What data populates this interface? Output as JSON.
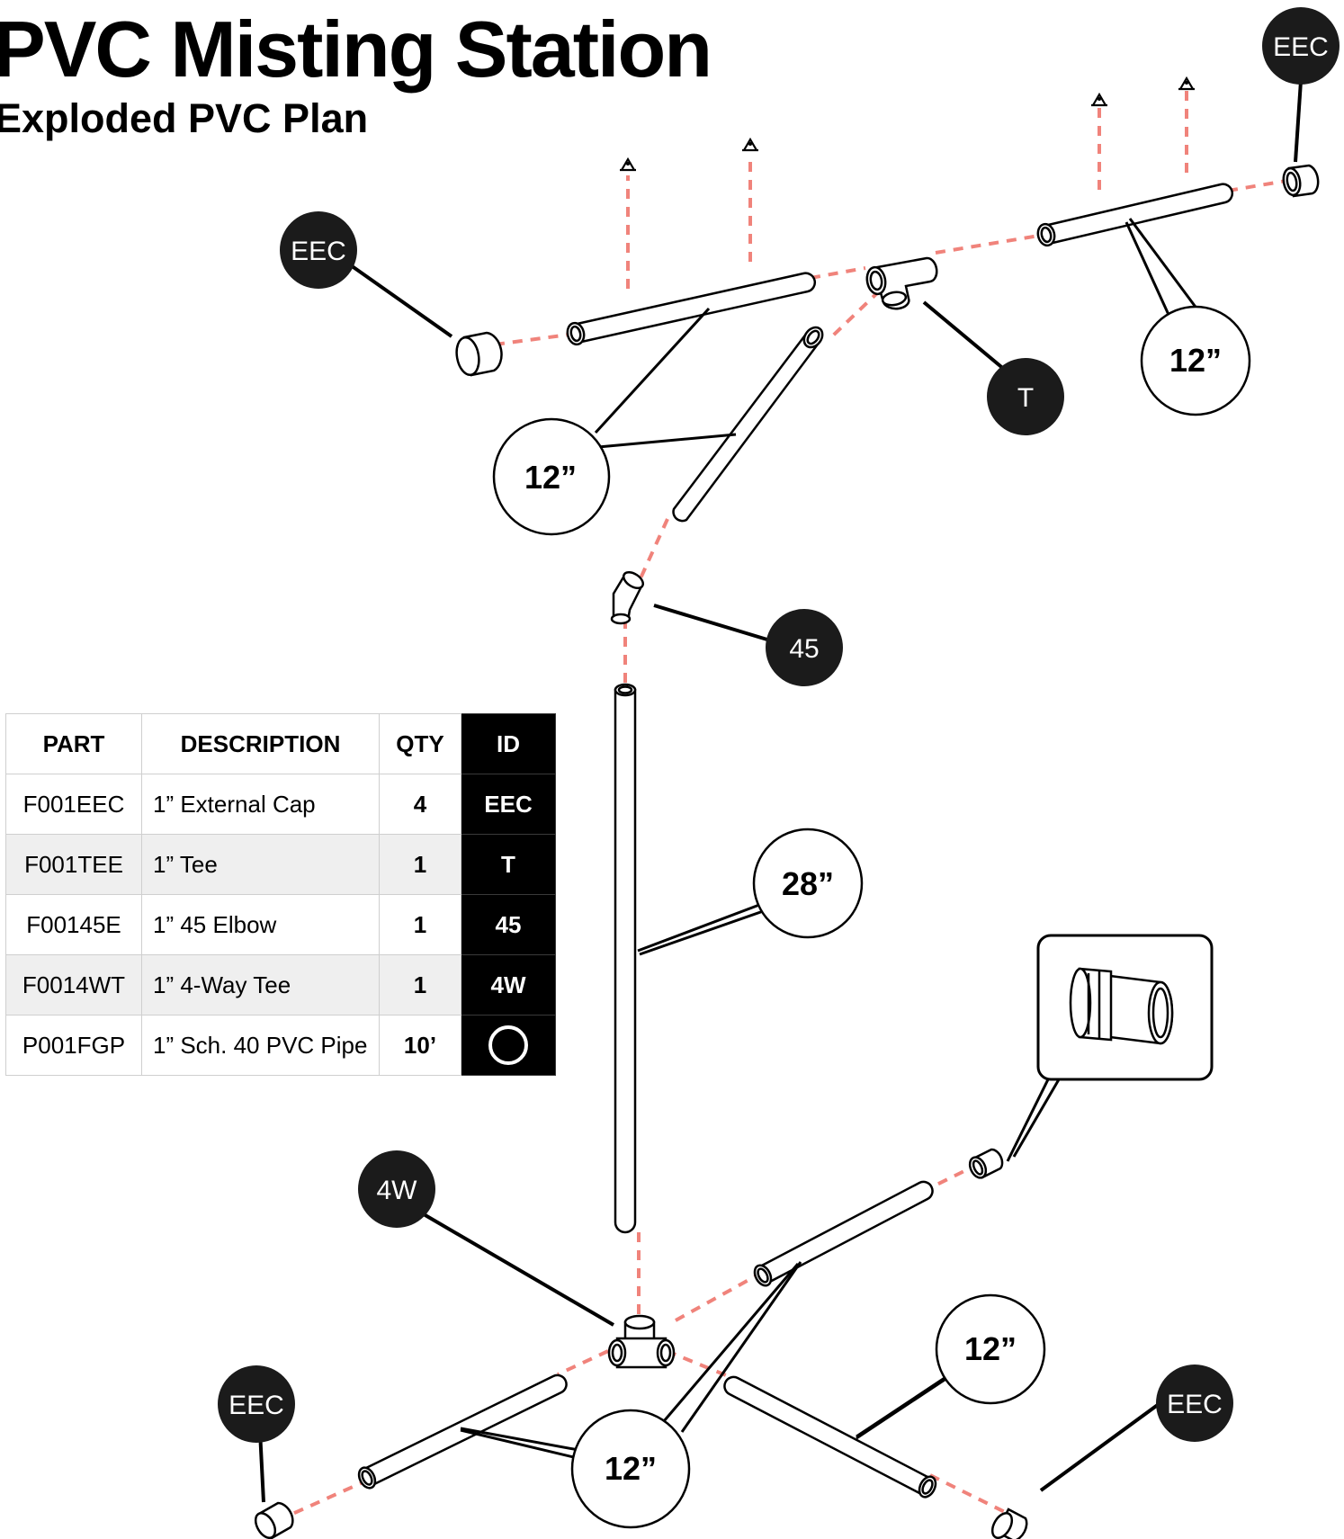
{
  "title": "PVC Misting Station",
  "subtitle": "Exploded PVC Plan",
  "colors": {
    "dash": "#f0837b",
    "callout_dark": "#1b1b1b",
    "table_id_bg": "#000000",
    "table_shade": "#efefef"
  },
  "table": {
    "headers": {
      "part": "PART",
      "description": "DESCRIPTION",
      "qty": "QTY",
      "id": "ID"
    },
    "rows": [
      {
        "part": "F001EEC",
        "description": "1” External Cap",
        "qty": "4",
        "id": "EEC"
      },
      {
        "part": "F001TEE",
        "description": "1” Tee",
        "qty": "1",
        "id": "T"
      },
      {
        "part": "F00145E",
        "description": "1” 45 Elbow",
        "qty": "1",
        "id": "45"
      },
      {
        "part": "F0014WT",
        "description": "1” 4-Way Tee",
        "qty": "1",
        "id": "4W"
      },
      {
        "part": "P001FGP",
        "description": "1” Sch. 40 PVC Pipe",
        "qty": "10’",
        "id": "ring-icon"
      }
    ]
  },
  "callouts": {
    "eec_top_right": "EEC",
    "eec_top_left": "EEC",
    "tee": "T",
    "elbow_45": "45",
    "four_way": "4W",
    "eec_bottom_left": "EEC",
    "eec_bottom_right": "EEC",
    "pipe_12_top_right": "12”",
    "pipe_12_top_left": "12”",
    "pipe_28": "28”",
    "pipe_12_bottom_right": "12”",
    "pipe_12_bottom": "12”"
  },
  "icons": {
    "mister_nozzle": "mister-nozzle-icon",
    "hose_adapter": "hose-adapter-icon"
  }
}
